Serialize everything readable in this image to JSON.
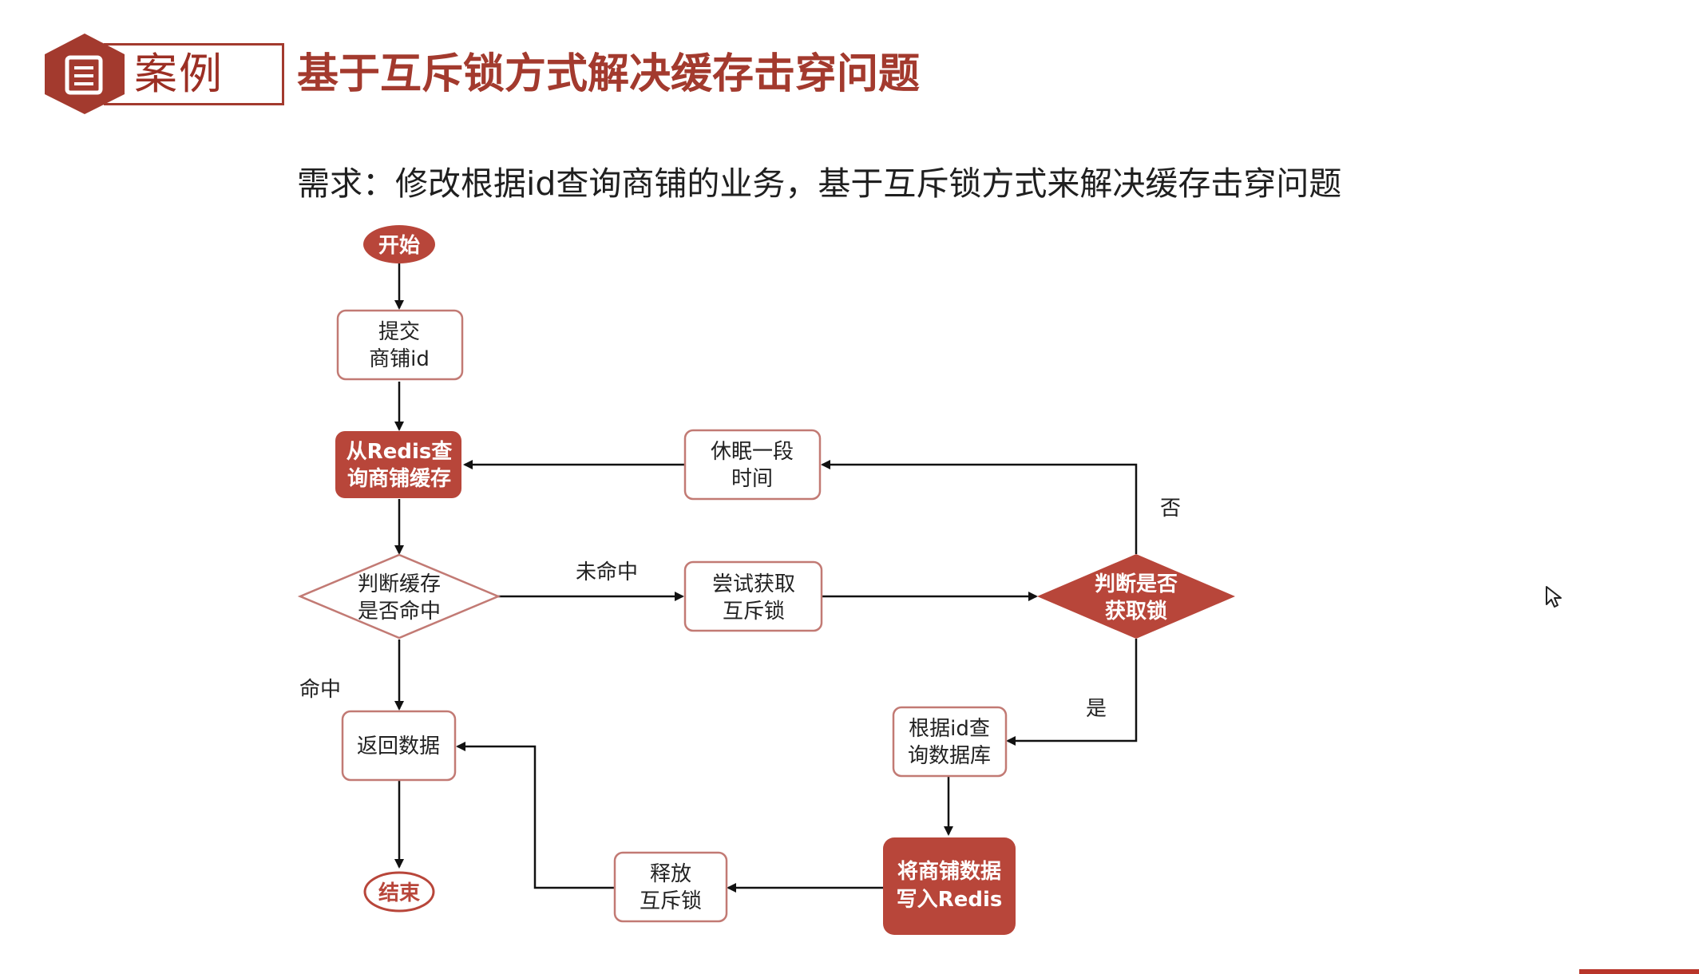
{
  "colors": {
    "accent": "#a33a2e",
    "node_filled": "#b8463a",
    "node_border": "#c27a74",
    "line": "#111111"
  },
  "header": {
    "badge_icon": "document-list-icon",
    "badge_label": "案例",
    "title": "基于互斥锁方式解决缓存击穿问题"
  },
  "requirement": "需求：修改根据id查询商铺的业务，基于互斥锁方式来解决缓存击穿问题",
  "flowchart": {
    "nodes": {
      "start": "开始",
      "submit_line1": "提交",
      "submit_line2": "商铺id",
      "query_cache_line1": "从Redis查",
      "query_cache_line2": "询商铺缓存",
      "check_hit_line1": "判断缓存",
      "check_hit_line2": "是否命中",
      "try_lock_line1": "尝试获取",
      "try_lock_line2": "互斥锁",
      "check_lock_line1": "判断是否",
      "check_lock_line2": "获取锁",
      "sleep_line1": "休眠一段",
      "sleep_line2": "时间",
      "query_db_line1": "根据id查",
      "query_db_line2": "询数据库",
      "write_redis_line1": "将商铺数据",
      "write_redis_line2": "写入Redis",
      "release_lock_line1": "释放",
      "release_lock_line2": "互斥锁",
      "return_data": "返回数据",
      "end": "结束"
    },
    "edge_labels": {
      "miss": "未命中",
      "hit": "命中",
      "no": "否",
      "yes": "是"
    }
  }
}
